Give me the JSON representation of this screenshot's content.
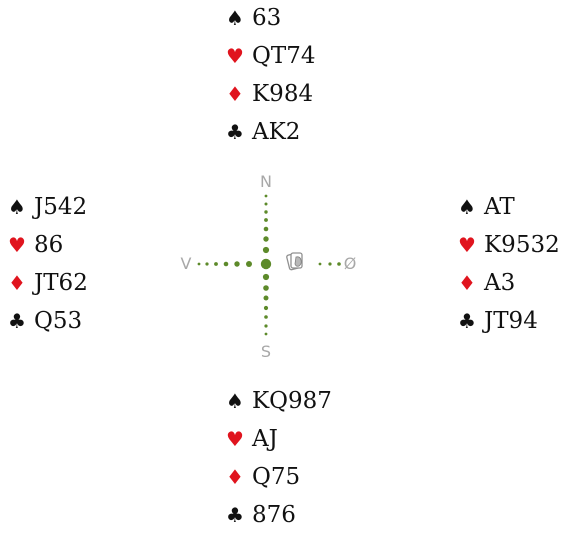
{
  "compass": {
    "north_label": "N",
    "south_label": "S",
    "west_label": "V",
    "east_label": "Ø",
    "dot_color": "#5d8a2a",
    "declarer_icon": "hand-cards-icon"
  },
  "hands": {
    "north": {
      "spades": "63",
      "hearts": "QT74",
      "diamonds": "K984",
      "clubs": "AK2"
    },
    "west": {
      "spades": "J542",
      "hearts": "86",
      "diamonds": "JT62",
      "clubs": "Q53"
    },
    "east": {
      "spades": "AT",
      "hearts": "K9532",
      "diamonds": "A3",
      "clubs": "JT94"
    },
    "south": {
      "spades": "KQ987",
      "hearts": "AJ",
      "diamonds": "Q75",
      "clubs": "876"
    }
  },
  "suit_symbols": {
    "spades": "♠",
    "hearts": "♥",
    "diamonds": "♦",
    "clubs": "♣"
  },
  "colors": {
    "black_suit": "#111111",
    "red_suit": "#e0141e"
  }
}
